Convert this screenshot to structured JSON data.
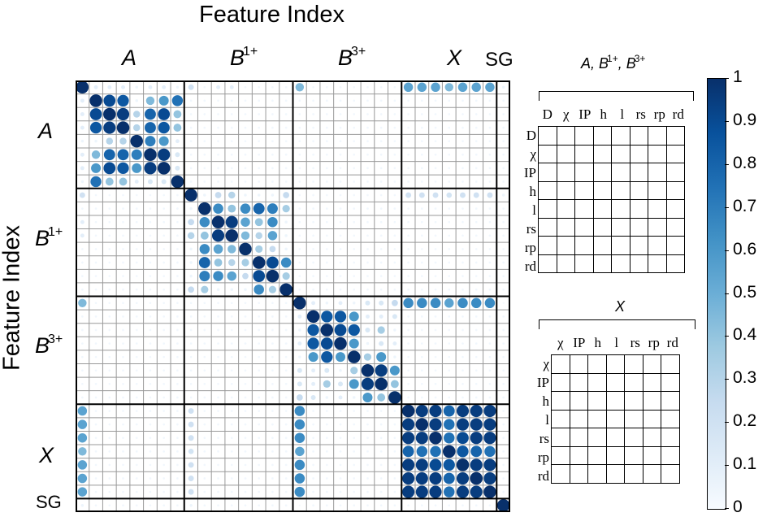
{
  "chart_data": {
    "type": "heatmap",
    "subtype": "correlation-circle-matrix",
    "title": "Feature Index",
    "xlabel": "Feature Index",
    "ylabel": "Feature Index",
    "groups": [
      {
        "name": "A",
        "sup": "",
        "start": 0,
        "size": 8
      },
      {
        "name": "B",
        "sup": "1+",
        "start": 8,
        "size": 8
      },
      {
        "name": "B",
        "sup": "3+",
        "start": 16,
        "size": 8
      },
      {
        "name": "X",
        "sup": "",
        "start": 24,
        "size": 7
      },
      {
        "name": "SG",
        "sup": "",
        "start": 31,
        "size": 1
      }
    ],
    "feature_labels_ABB": [
      "D",
      "χ",
      "IP",
      "h",
      "l",
      "rs",
      "rp",
      "rd"
    ],
    "feature_labels_X": [
      "χ",
      "IP",
      "h",
      "l",
      "rs",
      "rp",
      "rd"
    ],
    "colorbar": {
      "min": 0,
      "max": 1,
      "ticks": [
        "0",
        "0.1",
        "0.2",
        "0.3",
        "0.4",
        "0.5",
        "0.6",
        "0.7",
        "0.8",
        "0.9",
        "1"
      ],
      "colormap": "Blues"
    },
    "block_A": [
      [
        1.0,
        0.1,
        0.1,
        0.1,
        0.05,
        0.1,
        0.1,
        0.05
      ],
      [
        0.1,
        1.0,
        0.9,
        0.85,
        0.05,
        0.45,
        0.6,
        0.75
      ],
      [
        0.1,
        0.9,
        1.0,
        0.95,
        0.3,
        0.8,
        0.9,
        0.4
      ],
      [
        0.1,
        0.85,
        0.95,
        1.0,
        0.3,
        0.8,
        0.85,
        0.4
      ],
      [
        0.05,
        0.05,
        0.3,
        0.3,
        1.0,
        0.7,
        0.6,
        0.1
      ],
      [
        0.1,
        0.45,
        0.8,
        0.8,
        0.7,
        1.0,
        0.95,
        0.15
      ],
      [
        0.1,
        0.6,
        0.9,
        0.85,
        0.6,
        0.95,
        1.0,
        0.15
      ],
      [
        0.05,
        0.75,
        0.4,
        0.4,
        0.1,
        0.15,
        0.15,
        1.0
      ]
    ],
    "block_B1": [
      [
        1.0,
        0.05,
        0.25,
        0.3,
        0.05,
        0.05,
        0.05,
        0.25
      ],
      [
        0.05,
        1.0,
        0.65,
        0.4,
        0.65,
        0.8,
        0.7,
        0.35
      ],
      [
        0.25,
        0.65,
        1.0,
        0.95,
        0.55,
        0.4,
        0.65,
        0.05
      ],
      [
        0.3,
        0.4,
        0.95,
        1.0,
        0.45,
        0.3,
        0.55,
        0.05
      ],
      [
        0.05,
        0.65,
        0.55,
        0.45,
        1.0,
        0.35,
        0.25,
        0.05
      ],
      [
        0.05,
        0.8,
        0.4,
        0.3,
        0.35,
        1.0,
        0.9,
        0.65
      ],
      [
        0.05,
        0.7,
        0.65,
        0.55,
        0.25,
        0.9,
        1.0,
        0.35
      ],
      [
        0.25,
        0.35,
        0.05,
        0.05,
        0.05,
        0.65,
        0.35,
        1.0
      ]
    ],
    "block_B3": [
      [
        1.0,
        0.1,
        0.05,
        0.1,
        0.05,
        0.15,
        0.15,
        0.25
      ],
      [
        0.1,
        1.0,
        0.85,
        0.85,
        0.6,
        0.1,
        0.1,
        0.15
      ],
      [
        0.05,
        0.85,
        1.0,
        0.9,
        0.85,
        0.15,
        0.35,
        0.05
      ],
      [
        0.1,
        0.85,
        0.9,
        1.0,
        0.6,
        0.05,
        0.15,
        0.1
      ],
      [
        0.05,
        0.6,
        0.85,
        0.6,
        1.0,
        0.35,
        0.6,
        0.05
      ],
      [
        0.15,
        0.1,
        0.15,
        0.05,
        0.35,
        1.0,
        0.95,
        0.6
      ],
      [
        0.15,
        0.1,
        0.35,
        0.15,
        0.6,
        0.95,
        1.0,
        0.4
      ],
      [
        0.25,
        0.15,
        0.05,
        0.1,
        0.05,
        0.6,
        0.4,
        1.0
      ]
    ],
    "block_X": [
      [
        1.0,
        0.95,
        0.95,
        0.8,
        0.95,
        0.95,
        0.95
      ],
      [
        0.95,
        1.0,
        0.95,
        0.75,
        0.95,
        0.95,
        0.95
      ],
      [
        0.95,
        0.95,
        1.0,
        0.75,
        0.9,
        0.95,
        0.95
      ],
      [
        0.8,
        0.75,
        0.75,
        1.0,
        0.85,
        0.8,
        0.75
      ],
      [
        0.95,
        0.95,
        0.9,
        0.85,
        1.0,
        0.95,
        0.95
      ],
      [
        0.95,
        0.95,
        0.95,
        0.8,
        0.95,
        1.0,
        0.95
      ],
      [
        0.95,
        0.95,
        0.95,
        0.75,
        0.95,
        0.95,
        1.0
      ]
    ],
    "offdiag_notes": {
      "A_D_vs_B1_D": 0.2,
      "A_D_vs_B3_D": 0.45,
      "A_D_vs_X": [
        0.55,
        0.55,
        0.55,
        0.45,
        0.55,
        0.55,
        0.55
      ],
      "B1_D_vs_X": [
        0.2,
        0.2,
        0.2,
        0.18,
        0.2,
        0.2,
        0.2
      ],
      "B3_D_vs_X": [
        0.65,
        0.65,
        0.65,
        0.55,
        0.65,
        0.65,
        0.65
      ],
      "B1_D_vs_A_D": 0.2,
      "B3_D_vs_A_D": 0.45,
      "SG_vs_SG": 1.0
    }
  },
  "labels": {
    "top_title": "Feature Index",
    "left_title": "Feature Index",
    "col_groups": [
      {
        "name": "A",
        "sup": ""
      },
      {
        "name": "B",
        "sup": "1+"
      },
      {
        "name": "B",
        "sup": "3+"
      },
      {
        "name": "X",
        "sup": ""
      },
      {
        "name": "SG",
        "sup": ""
      }
    ],
    "legend_top_title_parts": [
      "A, B",
      "1+",
      ", B",
      "3+"
    ],
    "legend_bottom_title": "X"
  }
}
